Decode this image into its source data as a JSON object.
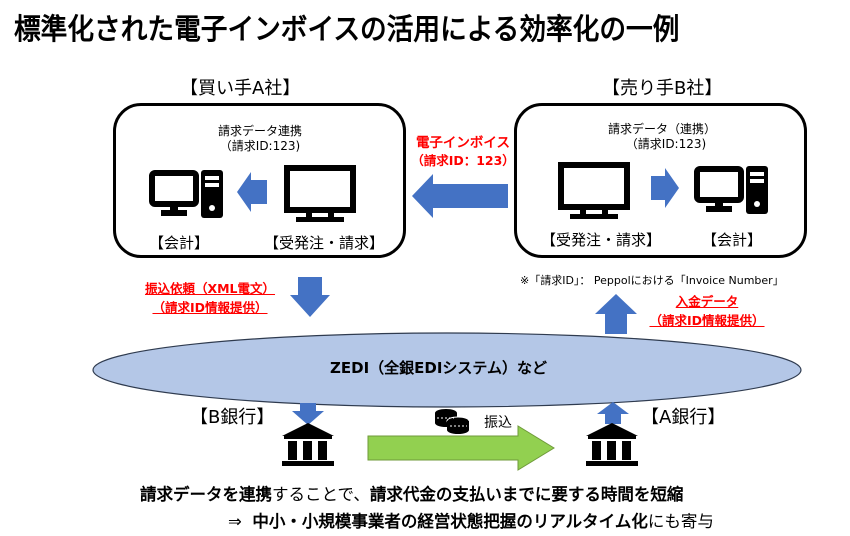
{
  "title": "標準化された電子インボイスの活用による効率化の一例",
  "buyer": {
    "company_label": "【買い手A社】",
    "data_caption_line1": "請求データ連携",
    "data_caption_line2": "（請求ID:123)",
    "accounting_label": "【会計】",
    "order_billing_label": "【受発注・請求】"
  },
  "seller": {
    "company_label": "【売り手B社】",
    "data_caption_line1": "請求データ（連携）",
    "data_caption_line2": "（請求ID:123)",
    "order_billing_label": "【受発注・請求】",
    "accounting_label": "【会計】"
  },
  "einvoice": {
    "line1": "電子インボイス",
    "line2": "（請求ID：123）"
  },
  "transfer_request": {
    "line1": "振込依頼（XML電文）",
    "line2": "（請求ID情報提供）"
  },
  "payment_data": {
    "line1": "入金データ",
    "line2": "（請求ID情報提供）"
  },
  "note": "※「請求ID」： Peppolにおける「Invoice Number」",
  "network": {
    "label": "ZEDI（全銀EDIシステム）など"
  },
  "banks": {
    "b_bank_label": "【B銀行】",
    "a_bank_label": "【A銀行】",
    "transfer_label": "振込"
  },
  "summary": {
    "line1_part1": "請求データを連携",
    "line1_part2": "することで、",
    "line1_part3": "請求代金の支払いまでに要する時間を短縮",
    "line2_arrow": "⇒",
    "line2_part1": "中小・小規模事業者の経営状態把握のリアルタイム化",
    "line2_part2": "にも寄与"
  },
  "colors": {
    "arrow_blue": "#4472c4",
    "arrow_green": "#92d050",
    "ellipse_fill": "#b4c7e7",
    "red_text": "#ff0000"
  },
  "icons": {
    "desktop": "desktop-pc-icon",
    "monitor": "monitor-icon",
    "bank": "bank-building-icon",
    "coins": "coins-icon"
  }
}
